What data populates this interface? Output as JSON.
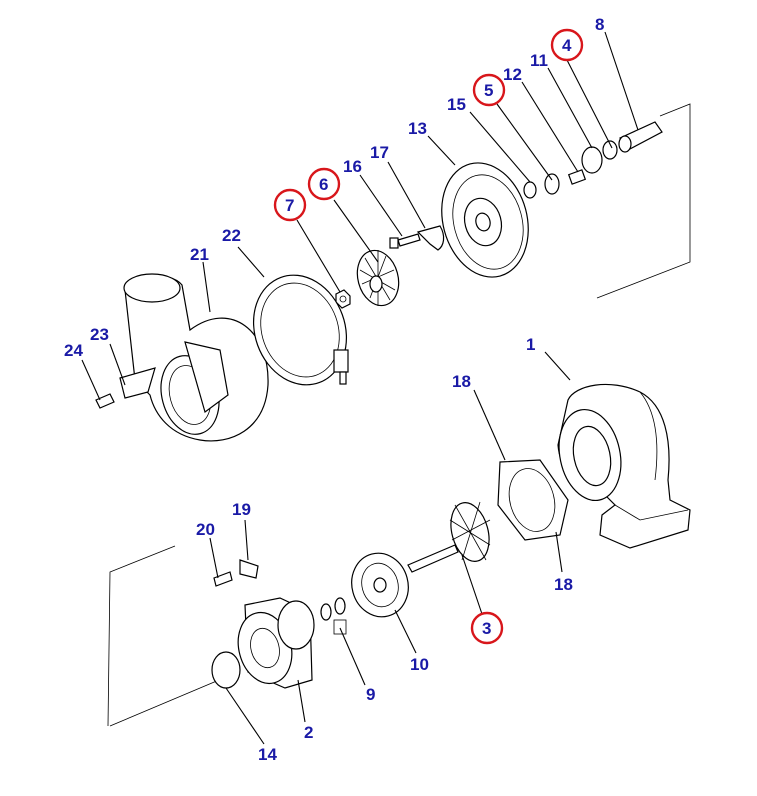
{
  "diagram": {
    "callouts": [
      {
        "id": "c1",
        "text": "1",
        "highlighted": false
      },
      {
        "id": "c2",
        "text": "2",
        "highlighted": false
      },
      {
        "id": "c3",
        "text": "3",
        "highlighted": true
      },
      {
        "id": "c4",
        "text": "4",
        "highlighted": true
      },
      {
        "id": "c5",
        "text": "5",
        "highlighted": true
      },
      {
        "id": "c6",
        "text": "6",
        "highlighted": true
      },
      {
        "id": "c7",
        "text": "7",
        "highlighted": true
      },
      {
        "id": "c8",
        "text": "8",
        "highlighted": false
      },
      {
        "id": "c9",
        "text": "9",
        "highlighted": false
      },
      {
        "id": "c10",
        "text": "10",
        "highlighted": false
      },
      {
        "id": "c11",
        "text": "11",
        "highlighted": false
      },
      {
        "id": "c12",
        "text": "12",
        "highlighted": false
      },
      {
        "id": "c13",
        "text": "13",
        "highlighted": false
      },
      {
        "id": "c14",
        "text": "14",
        "highlighted": false
      },
      {
        "id": "c15",
        "text": "15",
        "highlighted": false
      },
      {
        "id": "c16",
        "text": "16",
        "highlighted": false
      },
      {
        "id": "c17",
        "text": "17",
        "highlighted": false
      },
      {
        "id": "c18a",
        "text": "18",
        "highlighted": false
      },
      {
        "id": "c18b",
        "text": "18",
        "highlighted": false
      },
      {
        "id": "c19",
        "text": "19",
        "highlighted": false
      },
      {
        "id": "c20",
        "text": "20",
        "highlighted": false
      },
      {
        "id": "c21",
        "text": "21",
        "highlighted": false
      },
      {
        "id": "c22",
        "text": "22",
        "highlighted": false
      },
      {
        "id": "c23",
        "text": "23",
        "highlighted": false
      },
      {
        "id": "c24",
        "text": "24",
        "highlighted": false
      }
    ],
    "colors": {
      "label": "#1a1aa6",
      "highlight": "#d8161b",
      "line": "#000000"
    }
  }
}
